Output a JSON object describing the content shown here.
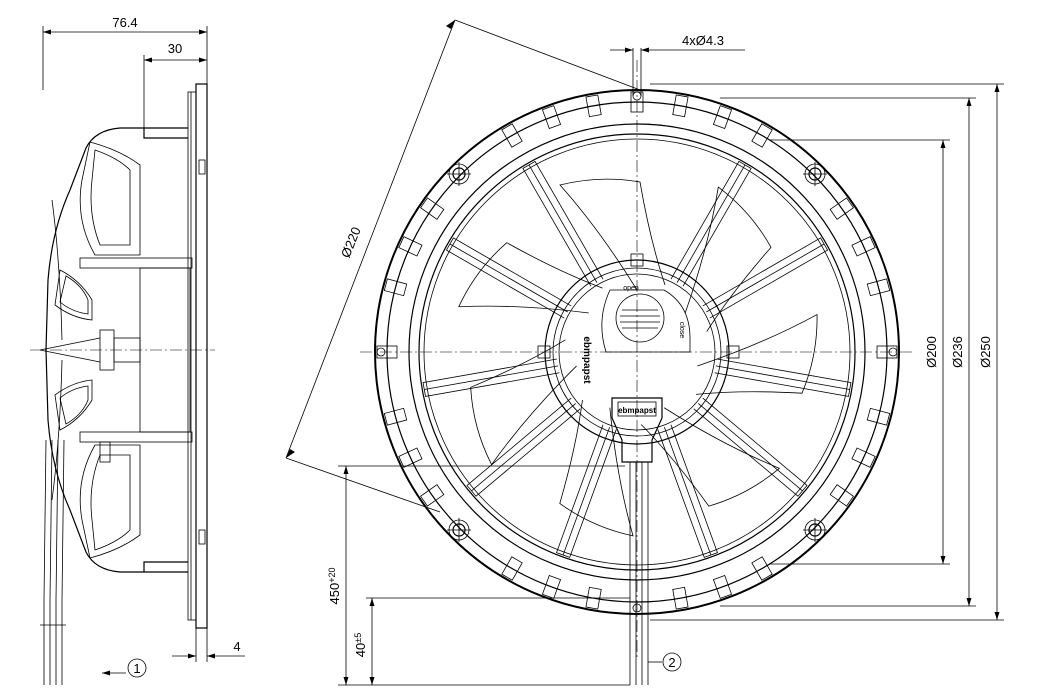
{
  "side_view": {
    "dim_depth": "76.4",
    "dim_flange": "30",
    "dim_thickness": "4",
    "callout_1": "1"
  },
  "front_view": {
    "dim_holes": "4xØ4.3",
    "dim_d220": "Ø220",
    "dim_d200": "Ø200",
    "dim_d236": "Ø236",
    "dim_d250": "Ø250",
    "dim_cable_main": "450",
    "dim_cable_main_tol": "+20",
    "dim_cable_strip": "40",
    "dim_cable_strip_tol": "±5",
    "callout_2": "2",
    "hub_brand": "ebmpapst",
    "connector_brand": "ebmpapst",
    "label_open": "open",
    "label_close": "close"
  }
}
